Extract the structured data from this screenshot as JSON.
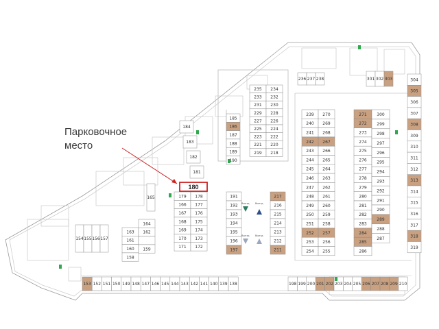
{
  "label": {
    "line1": "Парковочное",
    "line2": "место"
  },
  "highlighted_spot": "180",
  "colors": {
    "accent": "#cc2222",
    "reserved": "#c9a181",
    "line": "#8a8a8a",
    "exit_icon": "#2fa84f",
    "arrow_green": "#2e7d60",
    "arrow_blue": "#2d4f8a",
    "arrow_gray": "#9aa7bd"
  },
  "exit_label": "Выезд",
  "reserved_spots": [
    "153",
    "186",
    "197",
    "217",
    "211",
    "242",
    "267",
    "252",
    "257",
    "271",
    "272",
    "284",
    "285",
    "289",
    "303",
    "305",
    "308",
    "313",
    "318",
    "201",
    "202",
    "206",
    "207",
    "208",
    "209"
  ],
  "columns": {
    "c_234": [
      "235",
      "233",
      "231",
      "229",
      "227",
      "225",
      "223",
      "221",
      "219"
    ],
    "c_235": [
      "234",
      "232",
      "230",
      "228",
      "226",
      "224",
      "222",
      "220",
      "218"
    ],
    "c_185": [
      "185",
      "186",
      "187",
      "188",
      "189",
      "190"
    ],
    "c_183": [
      "184",
      "183",
      "182",
      "181"
    ],
    "c_179": [
      "179",
      "166",
      "167",
      "168",
      "169",
      "170",
      "171"
    ],
    "c_178": [
      "178",
      "177",
      "176",
      "175",
      "174",
      "173",
      "172"
    ],
    "c_163": [
      "163",
      "161",
      "160",
      "158"
    ],
    "c_164": [
      "164",
      "162",
      "",
      "159"
    ],
    "c_191": [
      "191",
      "192",
      "193",
      "194",
      "195",
      "196",
      "197"
    ],
    "c_217": [
      "217",
      "216",
      "215",
      "214",
      "213",
      "212",
      "211"
    ],
    "c_239": [
      "239",
      "240",
      "241",
      "242",
      "243",
      "244",
      "245",
      "246",
      "247",
      "248",
      "249",
      "250",
      "251",
      "252",
      "253",
      "254"
    ],
    "c_270": [
      "270",
      "269",
      "268",
      "267",
      "266",
      "265",
      "264",
      "263",
      "262",
      "261",
      "260",
      "259",
      "258",
      "257",
      "256",
      "255"
    ],
    "c_271": [
      "271",
      "272",
      "273",
      "274",
      "275",
      "276",
      "277",
      "278",
      "279",
      "280",
      "281",
      "282",
      "283",
      "284",
      "285",
      "286"
    ],
    "c_300": [
      "300",
      "299",
      "298",
      "297",
      "296",
      "295",
      "294",
      "293",
      "292",
      "291",
      "290",
      "289",
      "288",
      "287"
    ],
    "c_304": [
      "304",
      "305",
      "306",
      "307",
      "308",
      "309",
      "310",
      "311",
      "312",
      "313",
      "314",
      "315",
      "316",
      "317",
      "318",
      "319"
    ],
    "top_mid": [
      "236",
      "237",
      "238"
    ],
    "top_right": [
      "301",
      "302",
      "303"
    ],
    "left_row": [
      "154",
      "155",
      "156",
      "157",
      "165"
    ]
  },
  "bottom_left": [
    "153",
    "152",
    "151",
    "150",
    "149",
    "148",
    "147",
    "146",
    "145",
    "144",
    "143",
    "142",
    "141",
    "140",
    "139",
    "138"
  ],
  "bottom_right": [
    "198",
    "199",
    "200",
    "201",
    "202",
    "203",
    "204",
    "205",
    "206",
    "207",
    "208",
    "209",
    "210"
  ]
}
